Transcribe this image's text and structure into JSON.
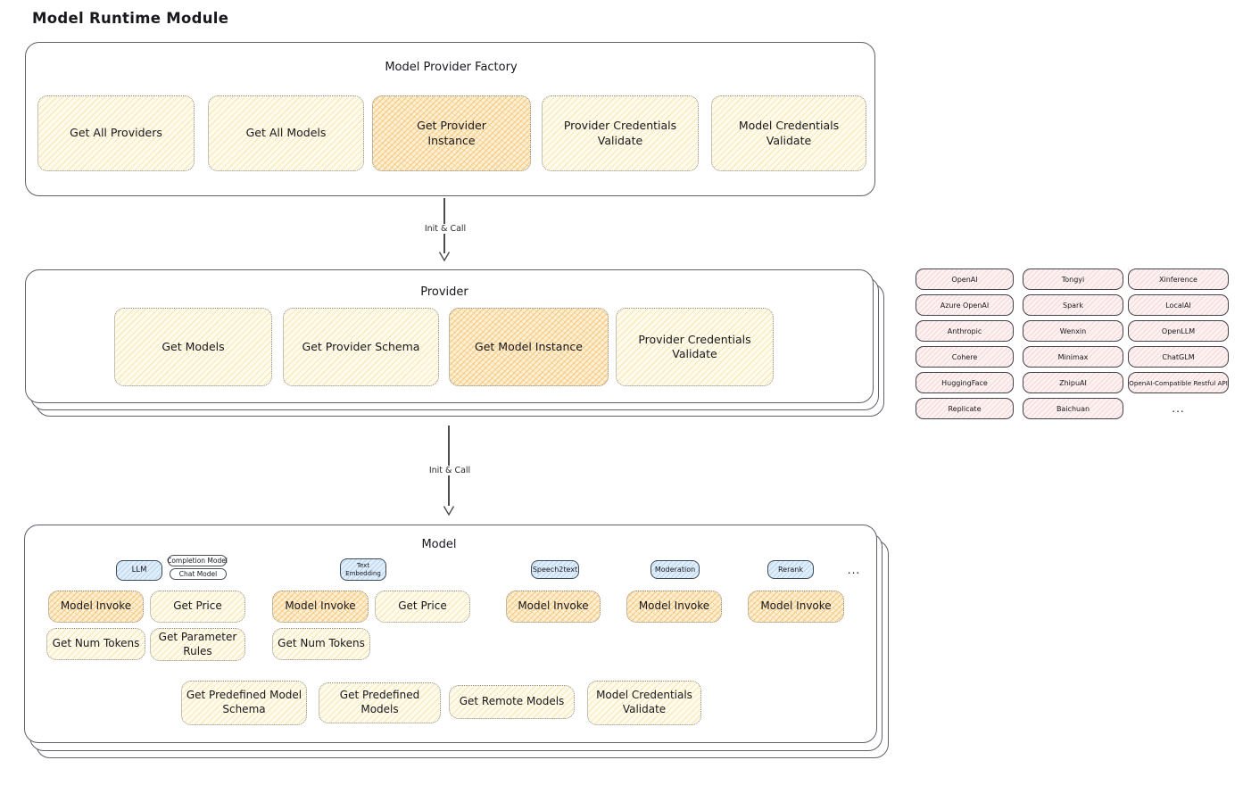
{
  "title": "Model Runtime Module",
  "arrows": {
    "init_call_1": "Init & Call",
    "init_call_2": "Init & Call"
  },
  "factory": {
    "title": "Model Provider Factory",
    "boxes": [
      "Get All Providers",
      "Get All Models",
      "Get Provider\nInstance",
      "Provider Credentials\nValidate",
      "Model Credentials\nValidate"
    ]
  },
  "provider": {
    "title": "Provider",
    "boxes": [
      "Get Models",
      "Get Provider Schema",
      "Get Model Instance",
      "Provider Credentials\nValidate"
    ]
  },
  "provider_registry": {
    "items": [
      "OpenAI",
      "Tongyi",
      "Xinference",
      "Azure OpenAI",
      "Spark",
      "LocalAI",
      "Anthropic",
      "Wenxin",
      "OpenLLM",
      "Cohere",
      "Minimax",
      "ChatGLM",
      "HuggingFace",
      "ZhipuAI",
      "OpenAI-Compatible Restful API",
      "Replicate",
      "Baichuan"
    ],
    "more": "..."
  },
  "model": {
    "title": "Model",
    "tabs": [
      "LLM",
      "Text\nEmbedding",
      "Speech2text",
      "Moderation",
      "Rerank"
    ],
    "tabs_more": "...",
    "llm_subtags": [
      "Completion Model",
      "Chat Model"
    ],
    "functions": {
      "llm_invoke": "Model Invoke",
      "llm_price": "Get Price",
      "llm_num_tokens": "Get Num Tokens",
      "llm_param_rules": "Get Parameter\nRules",
      "te_invoke": "Model Invoke",
      "te_price": "Get Price",
      "te_num_tokens": "Get Num Tokens",
      "s2t_invoke": "Model Invoke",
      "moderation_invoke": "Model Invoke",
      "rerank_invoke": "Model Invoke",
      "predefined_schema": "Get Predefined Model\nSchema",
      "predefined_models": "Get Predefined\nModels",
      "remote_models": "Get Remote Models",
      "credentials_validate": "Model Credentials\nValidate"
    }
  },
  "colors": {
    "function_fill": "#fefbec",
    "function_hatch": "#f1cb71",
    "highlight_fill": "#fcf0d3",
    "highlight_hatch": "#f2a43c",
    "provider_chip_fill": "#fdf2f2",
    "provider_chip_hatch": "#eea0a0",
    "model_type_fill": "#e0eefb",
    "model_type_hatch": "#8cb9e1",
    "ink": "#17171c"
  }
}
